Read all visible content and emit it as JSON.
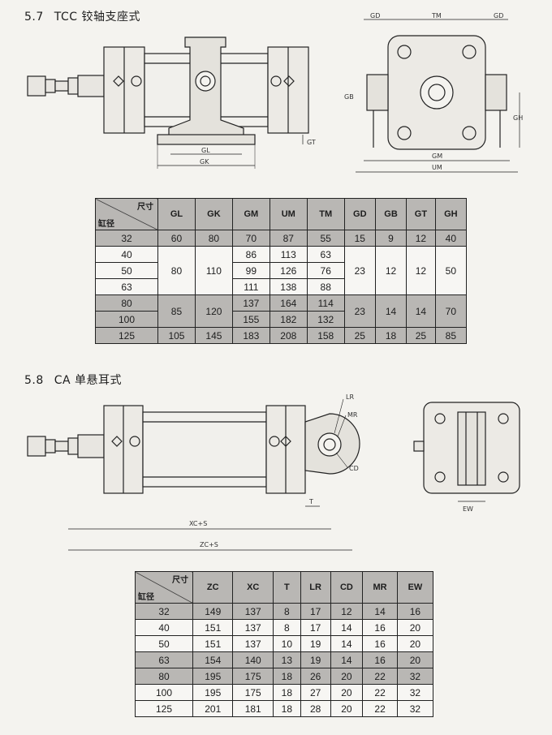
{
  "section1": {
    "number": "5.7",
    "title": "TCC 铰轴支座式",
    "dim_labels": {
      "gl": "GL",
      "gk": "GK",
      "gt": "GT",
      "gd_left": "GD",
      "tm": "TM",
      "gd_right": "GD",
      "gb": "GB",
      "gh": "GH",
      "gm": "GM",
      "um": "UM"
    },
    "table": {
      "corner_top": "尺寸",
      "corner_bottom": "缸径",
      "headers": [
        "GL",
        "GK",
        "GM",
        "UM",
        "TM",
        "GD",
        "GB",
        "GT",
        "GH"
      ],
      "row32": [
        "32",
        "60",
        "80",
        "70",
        "87",
        "55",
        "15",
        "9",
        "12",
        "40"
      ],
      "row40": [
        "40",
        "86",
        "113",
        "63"
      ],
      "row50": [
        "50",
        "99",
        "126",
        "76"
      ],
      "row63": [
        "63",
        "111",
        "138",
        "88"
      ],
      "group40_63": {
        "gl": "80",
        "gk": "110",
        "gd": "23",
        "gb": "12",
        "gt": "12",
        "gh": "50"
      },
      "row80": [
        "80",
        "137",
        "164",
        "114"
      ],
      "row100": [
        "100",
        "155",
        "182",
        "132"
      ],
      "group80_100": {
        "gl": "85",
        "gk": "120",
        "gd": "23",
        "gb": "14",
        "gt": "14",
        "gh": "70"
      },
      "row125": [
        "125",
        "105",
        "145",
        "183",
        "208",
        "158",
        "25",
        "18",
        "25",
        "85"
      ]
    }
  },
  "section2": {
    "number": "5.8",
    "title": "CA 单悬耳式",
    "dim_labels": {
      "lr": "LR",
      "mr": "MR",
      "cd": "CD",
      "t": "T",
      "xcs": "XC+S",
      "zcs": "ZC+S",
      "ew": "EW"
    },
    "table": {
      "corner_top": "尺寸",
      "corner_bottom": "缸径",
      "headers": [
        "ZC",
        "XC",
        "T",
        "LR",
        "CD",
        "MR",
        "EW"
      ],
      "rows": [
        [
          "32",
          "149",
          "137",
          "8",
          "17",
          "12",
          "14",
          "16"
        ],
        [
          "40",
          "151",
          "137",
          "8",
          "17",
          "14",
          "16",
          "20"
        ],
        [
          "50",
          "151",
          "137",
          "10",
          "19",
          "14",
          "16",
          "20"
        ],
        [
          "63",
          "154",
          "140",
          "13",
          "19",
          "14",
          "16",
          "20"
        ],
        [
          "80",
          "195",
          "175",
          "18",
          "26",
          "20",
          "22",
          "32"
        ],
        [
          "100",
          "195",
          "175",
          "18",
          "27",
          "20",
          "22",
          "32"
        ],
        [
          "125",
          "201",
          "181",
          "18",
          "28",
          "20",
          "22",
          "32"
        ]
      ]
    }
  }
}
